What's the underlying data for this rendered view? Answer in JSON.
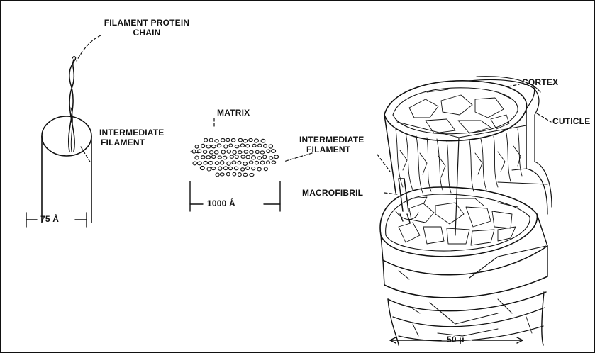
{
  "diagram": {
    "labels": {
      "filament_protein_chain_line1": "FILAMENT PROTEIN",
      "filament_protein_chain_line2": "CHAIN",
      "intermediate_filament_left_line1": "INTERMEDIATE",
      "intermediate_filament_left_line2": "FILAMENT",
      "dimension_75": "75  Å",
      "matrix": "MATRIX",
      "dimension_1000": "1000   Å",
      "intermediate_filament_right_line1": "INTERMEDIATE",
      "intermediate_filament_right_line2": "FILAMENT",
      "macrofibril": "MACROFIBRIL",
      "cortex": "CORTEX",
      "cuticle": "CUTICLE",
      "dimension_50": "50 μ"
    },
    "colors": {
      "ink": "#111111",
      "background": "#ffffff"
    }
  }
}
